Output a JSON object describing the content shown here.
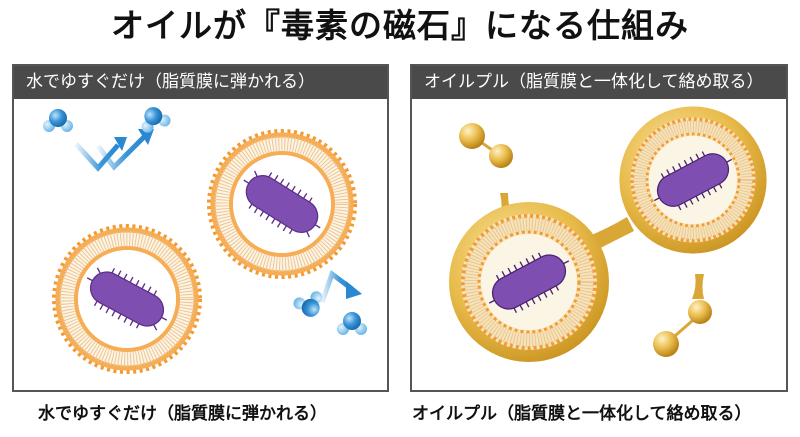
{
  "title": "オイルが『毒素の磁石』になる仕組み",
  "panels": [
    {
      "id": "water-rinse",
      "header": "水でゆすぐだけ（脂質膜に弾かれる）",
      "caption": "水でゆすぐだけ（脂質膜に弾かれる）",
      "illustration": [
        "water-molecule",
        "deflect-arrow",
        "liposome",
        "bacterium"
      ]
    },
    {
      "id": "oil-pulling",
      "header": "オイルプル（脂質膜と一体化して絡め取る）",
      "caption": "オイルプル（脂質膜と一体化して絡め取る）",
      "illustration": [
        "oil-droplet",
        "oil-coated-liposome",
        "bacterium"
      ]
    }
  ],
  "colors": {
    "header_bg": "#4a4a4a",
    "membrane_orange": "#f29a33",
    "bacterium_purple": "#7e4fb0",
    "water_blue": "#3a95d8",
    "oil_gold": "#e2b23a"
  }
}
